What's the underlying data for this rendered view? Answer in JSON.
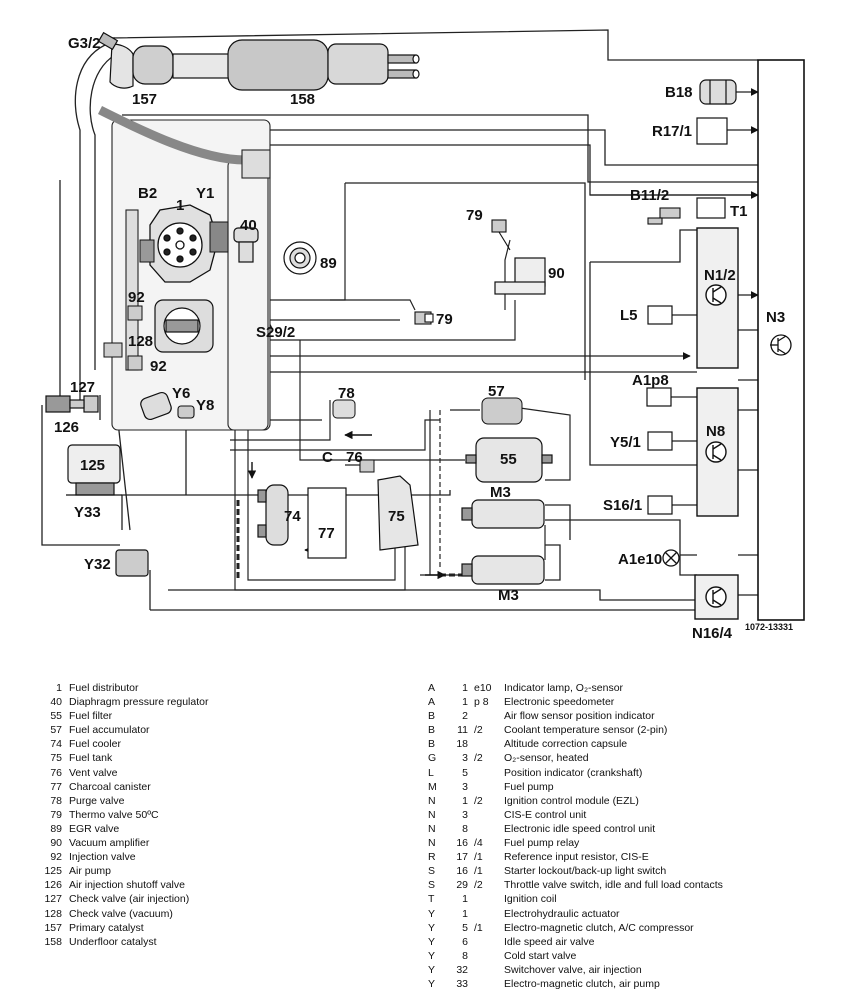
{
  "diagram": {
    "ref_code": "1072-13331",
    "component_labels": {
      "g3_2": "G3/2",
      "c157": "157",
      "c158": "158",
      "b18": "B18",
      "r17_1": "R17/1",
      "b11_2": "B11/2",
      "t1": "T1",
      "b2": "B2",
      "c1": "1",
      "y1": "Y1",
      "c40": "40",
      "c89": "89",
      "c79a": "79",
      "c90": "90",
      "c92a": "92",
      "c79b": "79",
      "s29_2": "S29/2",
      "c128": "128",
      "c92b": "92",
      "n1_2": "N1/2",
      "l5": "L5",
      "n3": "N3",
      "c127": "127",
      "y6": "Y6",
      "y8": "Y8",
      "c126": "126",
      "c78": "78",
      "c57": "57",
      "a1p8": "A1p8",
      "c55": "55",
      "y5_1": "Y5/1",
      "n8": "N8",
      "c125": "125",
      "c_line": "C",
      "c76": "76",
      "y33": "Y33",
      "m3a": "M3",
      "s16_1": "S16/1",
      "c74": "74",
      "c77": "77",
      "c75": "75",
      "a1e10": "A1e10",
      "y32": "Y32",
      "m3b": "M3",
      "n16_4": "N16/4"
    }
  },
  "legend_left": [
    {
      "num": "1",
      "text": "Fuel distributor"
    },
    {
      "num": "40",
      "text": "Diaphragm pressure regulator"
    },
    {
      "num": "55",
      "text": "Fuel filter"
    },
    {
      "num": "57",
      "text": "Fuel accumulator"
    },
    {
      "num": "74",
      "text": "Fuel cooler"
    },
    {
      "num": "75",
      "text": "Fuel tank"
    },
    {
      "num": "76",
      "text": "Vent valve"
    },
    {
      "num": "77",
      "text": "Charcoal canister"
    },
    {
      "num": "78",
      "text": "Purge valve"
    },
    {
      "num": "79",
      "text": "Thermo valve 50ºC"
    },
    {
      "num": "89",
      "text": "EGR valve"
    },
    {
      "num": "90",
      "text": "Vacuum amplifier"
    },
    {
      "num": "92",
      "text": "Injection valve"
    },
    {
      "num": "125",
      "text": "Air pump"
    },
    {
      "num": "126",
      "text": "Air injection shutoff valve"
    },
    {
      "num": "127",
      "text": "Check valve (air injection)"
    },
    {
      "num": "128",
      "text": "Check valve (vacuum)"
    },
    {
      "num": "157",
      "text": "Primary catalyst"
    },
    {
      "num": "158",
      "text": "Underfloor catalyst"
    }
  ],
  "legend_right": [
    {
      "grp": "A",
      "cnum": "1",
      "snum": "e10",
      "text": "Indicator lamp, O₂-sensor"
    },
    {
      "grp": "A",
      "cnum": "1",
      "snum": "p 8",
      "text": "Electronic speedometer"
    },
    {
      "grp": "B",
      "cnum": "2",
      "snum": "",
      "text": "Air flow sensor position indicator"
    },
    {
      "grp": "B",
      "cnum": "11",
      "snum": "/2",
      "text": "Coolant temperature sensor (2-pin)"
    },
    {
      "grp": "B",
      "cnum": "18",
      "snum": "",
      "text": "Altitude correction capsule"
    },
    {
      "grp": "G",
      "cnum": "3",
      "snum": "/2",
      "text": "O₂-sensor, heated"
    },
    {
      "grp": "L",
      "cnum": "5",
      "snum": "",
      "text": "Position indicator (crankshaft)"
    },
    {
      "grp": "M",
      "cnum": "3",
      "snum": "",
      "text": "Fuel pump"
    },
    {
      "grp": "N",
      "cnum": "1",
      "snum": "/2",
      "text": "Ignition control module (EZL)"
    },
    {
      "grp": "N",
      "cnum": "3",
      "snum": "",
      "text": "CIS-E control unit"
    },
    {
      "grp": "N",
      "cnum": "8",
      "snum": "",
      "text": "Electronic idle speed control unit"
    },
    {
      "grp": "N",
      "cnum": "16",
      "snum": "/4",
      "text": "Fuel pump relay"
    },
    {
      "grp": "R",
      "cnum": "17",
      "snum": "/1",
      "text": "Reference input resistor, CIS-E"
    },
    {
      "grp": "S",
      "cnum": "16",
      "snum": "/1",
      "text": "Starter lockout/back-up light switch"
    },
    {
      "grp": "S",
      "cnum": "29",
      "snum": "/2",
      "text": "Throttle valve switch, idle and full load contacts"
    },
    {
      "grp": "T",
      "cnum": "1",
      "snum": "",
      "text": "Ignition coil"
    },
    {
      "grp": "Y",
      "cnum": "1",
      "snum": "",
      "text": "Electrohydraulic actuator"
    },
    {
      "grp": "Y",
      "cnum": "5",
      "snum": "/1",
      "text": "Electro-magnetic clutch, A/C compressor"
    },
    {
      "grp": "Y",
      "cnum": "6",
      "snum": "",
      "text": "Idle speed air valve"
    },
    {
      "grp": "Y",
      "cnum": "8",
      "snum": "",
      "text": "Cold start valve"
    },
    {
      "grp": "Y",
      "cnum": "32",
      "snum": "",
      "text": "Switchover valve, air injection"
    },
    {
      "grp": "Y",
      "cnum": "33",
      "snum": "",
      "text": "Electro-magnetic clutch, air pump"
    }
  ]
}
